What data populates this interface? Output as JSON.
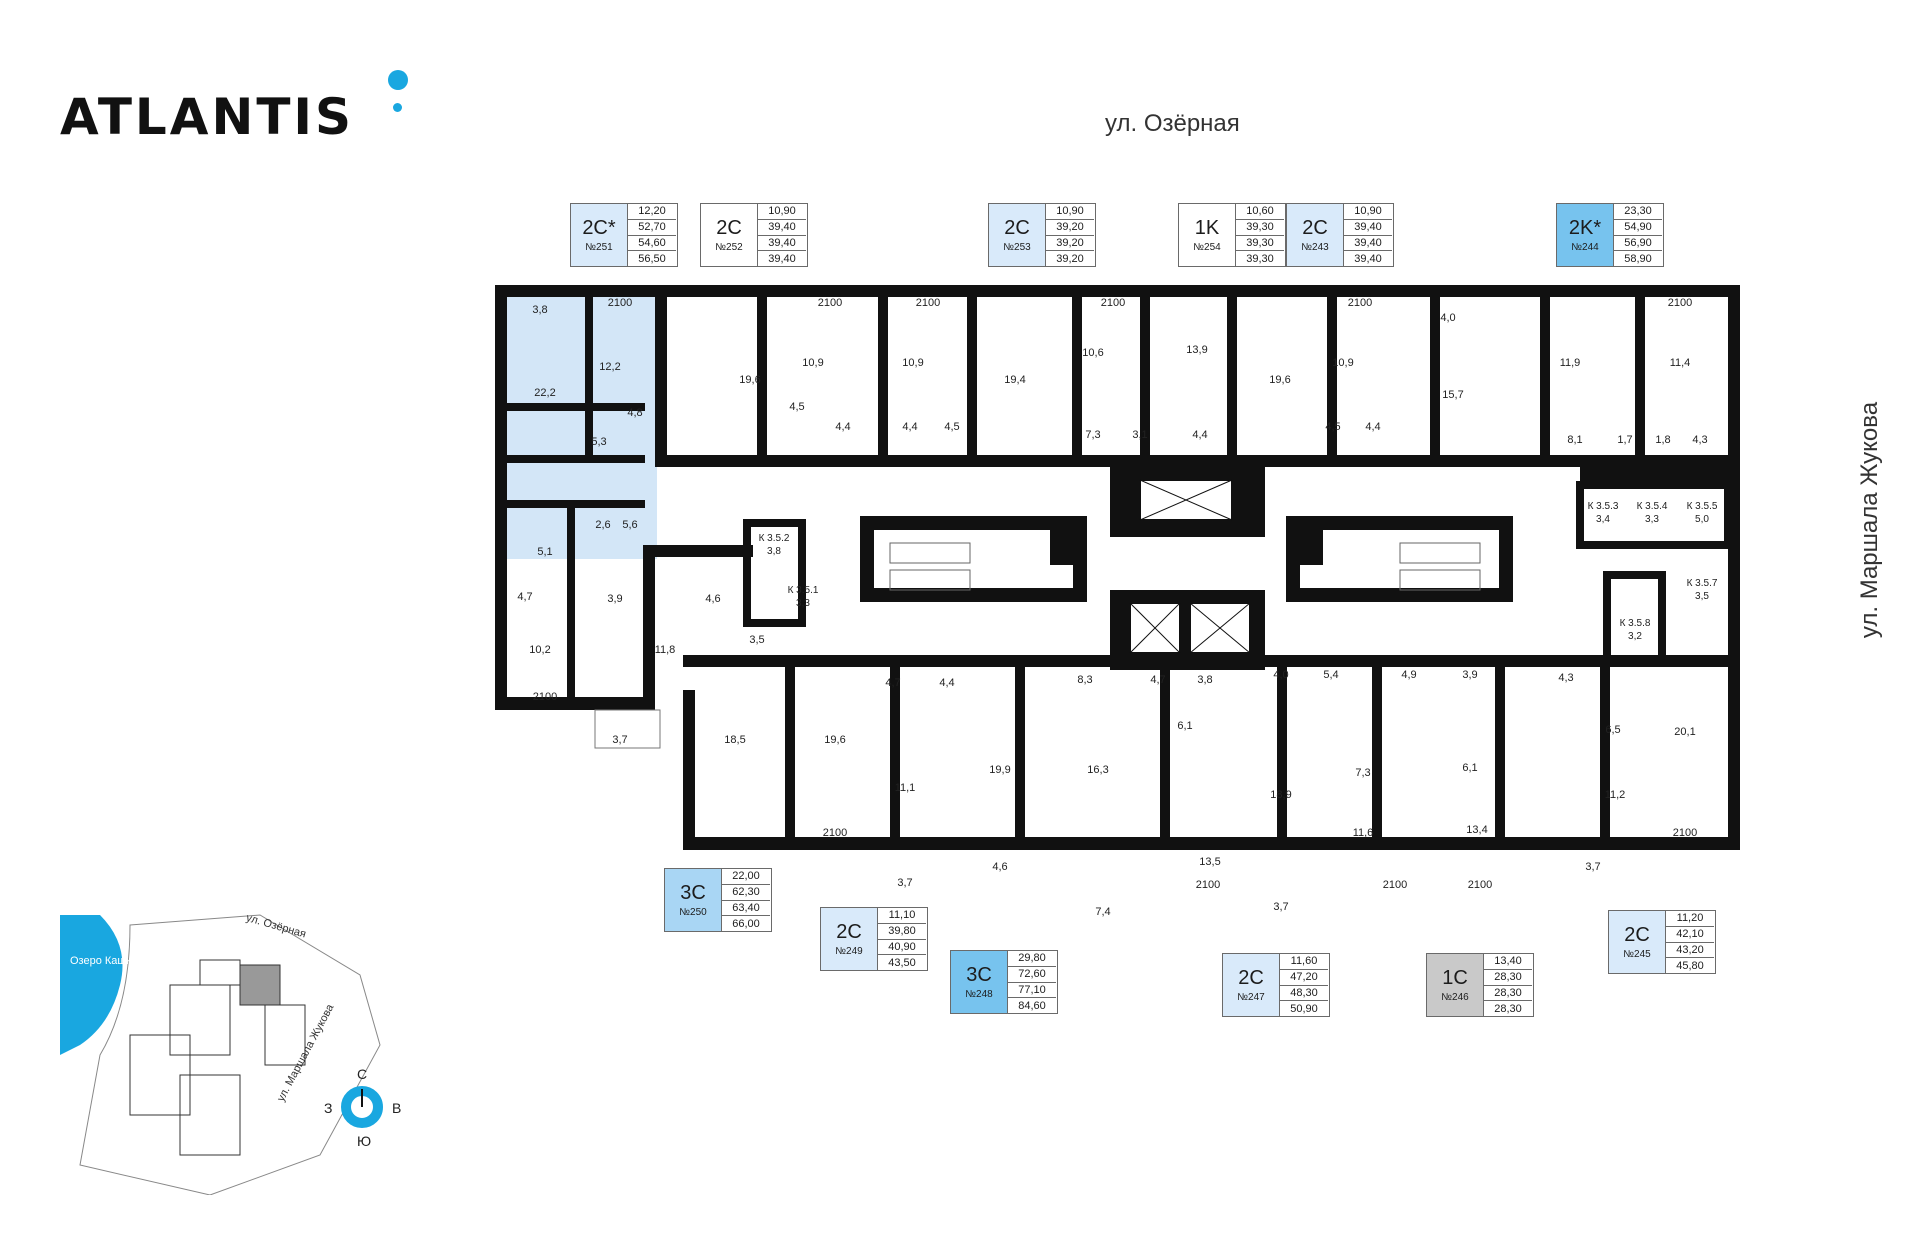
{
  "brand": {
    "logo_text": "ATLANTIS",
    "accent": "#19a7e0"
  },
  "streets": {
    "top": "ул. Озёрная",
    "right": "ул. Маршала Жукова"
  },
  "colors": {
    "light": "#d9eafa",
    "mid": "#a9d6f4",
    "blue": "#77c3ee",
    "gray": "#c9c9c9",
    "wall": "#111111"
  },
  "cards": [
    {
      "type": "2C*",
      "num": "№251",
      "vals": [
        "12,20",
        "52,70",
        "54,60",
        "56,50"
      ]
    },
    {
      "type": "2C",
      "num": "№252",
      "vals": [
        "10,90",
        "39,40",
        "39,40",
        "39,40"
      ]
    },
    {
      "type": "2C",
      "num": "№253",
      "vals": [
        "10,90",
        "39,20",
        "39,20",
        "39,20"
      ]
    },
    {
      "type": "1K",
      "num": "№254",
      "vals": [
        "10,60",
        "39,30",
        "39,30",
        "39,30"
      ]
    },
    {
      "type": "2C",
      "num": "№243",
      "vals": [
        "10,90",
        "39,40",
        "39,40",
        "39,40"
      ]
    },
    {
      "type": "2K*",
      "num": "№244",
      "vals": [
        "23,30",
        "54,90",
        "56,90",
        "58,90"
      ]
    },
    {
      "type": "3C",
      "num": "№250",
      "vals": [
        "22,00",
        "62,30",
        "63,40",
        "66,00"
      ]
    },
    {
      "type": "2C",
      "num": "№249",
      "vals": [
        "11,10",
        "39,80",
        "40,90",
        "43,50"
      ]
    },
    {
      "type": "3C",
      "num": "№248",
      "vals": [
        "29,80",
        "72,60",
        "77,10",
        "84,60"
      ]
    },
    {
      "type": "2C",
      "num": "№247",
      "vals": [
        "11,60",
        "47,20",
        "48,30",
        "50,90"
      ]
    },
    {
      "type": "1C",
      "num": "№246",
      "vals": [
        "13,40",
        "28,30",
        "28,30",
        "28,30"
      ]
    },
    {
      "type": "2C",
      "num": "№245",
      "vals": [
        "11,20",
        "42,10",
        "43,20",
        "45,80"
      ]
    }
  ],
  "areas": [
    "3,8",
    "2100",
    "22,2",
    "12,2",
    "4,8",
    "5,3",
    "2,6",
    "5,6",
    "5,1",
    "4,7",
    "3,9",
    "4,6",
    "10,2",
    "11,8",
    "3,5",
    "2100",
    "3,7",
    "18,5",
    "19,6",
    "2100",
    "10,9",
    "4,5",
    "4,4",
    "2100",
    "10,9",
    "4,4",
    "4,5",
    "19,4",
    "2100",
    "10,6",
    "13,9",
    "7,3",
    "3,1",
    "4,4",
    "19,6",
    "2100",
    "10,9",
    "4,5",
    "4,4",
    "4,0",
    "15,7",
    "11,9",
    "2100",
    "11,4",
    "8,1",
    "1,7",
    "1,8",
    "4,3",
    "19,6",
    "4,7",
    "4,4",
    "11,1",
    "2100",
    "3,7",
    "19,9",
    "8,3",
    "4,6",
    "16,3",
    "7,4",
    "4,7",
    "3,8",
    "6,1",
    "13,5",
    "2100",
    "4,0",
    "5,4",
    "18,9",
    "3,7",
    "7,3",
    "11,6",
    "2100",
    "4,9",
    "3,9",
    "6,1",
    "13,4",
    "2100",
    "4,3",
    "6,5",
    "11,2",
    "3,7",
    "20,1",
    "2100"
  ],
  "corridors": [
    {
      "code": "К 3.5.2",
      "area": "3,8"
    },
    {
      "code": "К 3.5.1",
      "area": "3,3"
    },
    {
      "code": "К 3.5.3",
      "area": "3,4"
    },
    {
      "code": "К 3.5.4",
      "area": "3,3"
    },
    {
      "code": "К 3.5.5",
      "area": "5,0"
    },
    {
      "code": "К 3.5.7",
      "area": "3,5"
    },
    {
      "code": "К 3.5.8",
      "area": "3,2"
    }
  ],
  "minimap": {
    "lake": "Озеро Кашкадан",
    "street1": "ул. Озёрная",
    "street2": "ул. Маршала Жукова",
    "compass": {
      "n": "С",
      "s": "Ю",
      "w": "З",
      "e": "В"
    }
  }
}
